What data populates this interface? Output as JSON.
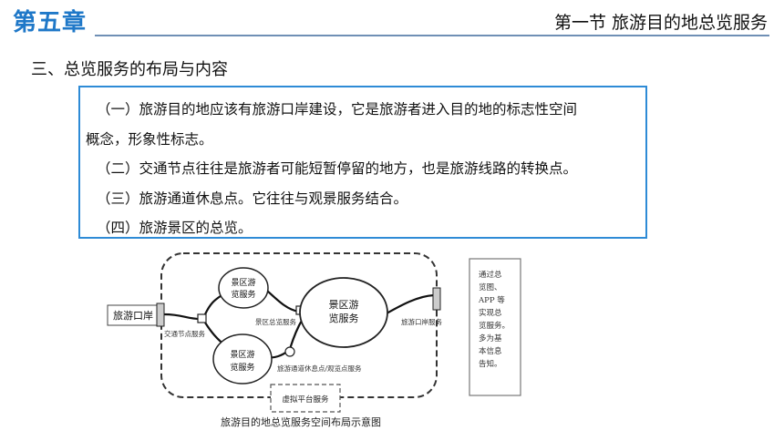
{
  "header": {
    "chapter": "第五章",
    "section": "第一节  旅游目的地总览服务"
  },
  "heading": "三、总览服务的布局与内容",
  "content": {
    "line1": "（一）旅游目的地应该有旅游口岸建设，它是旅游者进入目的地的标志性空间",
    "line1_cont": "概念，形象性标志。",
    "line2": "（二）交通节点往往是旅游者可能短暂停留的地方，也是旅游线路的转换点。",
    "line3": "（三）旅游通道休息点。它往往与观景服务结合。",
    "line4": "（四）旅游景区的总览。"
  },
  "diagram": {
    "port_left": "旅游口岸",
    "scenic_small_top": [
      "景区游",
      "览服务"
    ],
    "scenic_big": [
      "景区游",
      "览服务"
    ],
    "scenic_small_bottom": [
      "景区游",
      "览服务"
    ],
    "label_traffic": "交通节点服务",
    "label_scenic_overview": "景区总览服务",
    "label_port_service": "旅游口岸服务",
    "label_rest": "旅游通道休息点/观览点服务",
    "label_virtual": "虚拟平台服务",
    "side_note": [
      "通过总",
      "览图、",
      "APP 等",
      "实现总",
      "览服务。",
      "多为基",
      "本信息",
      "告知。"
    ],
    "caption": "旅游目的地总览服务空间布局示意图"
  },
  "colors": {
    "chapter": "#1f78c8",
    "box_border": "#2e8bd6"
  }
}
